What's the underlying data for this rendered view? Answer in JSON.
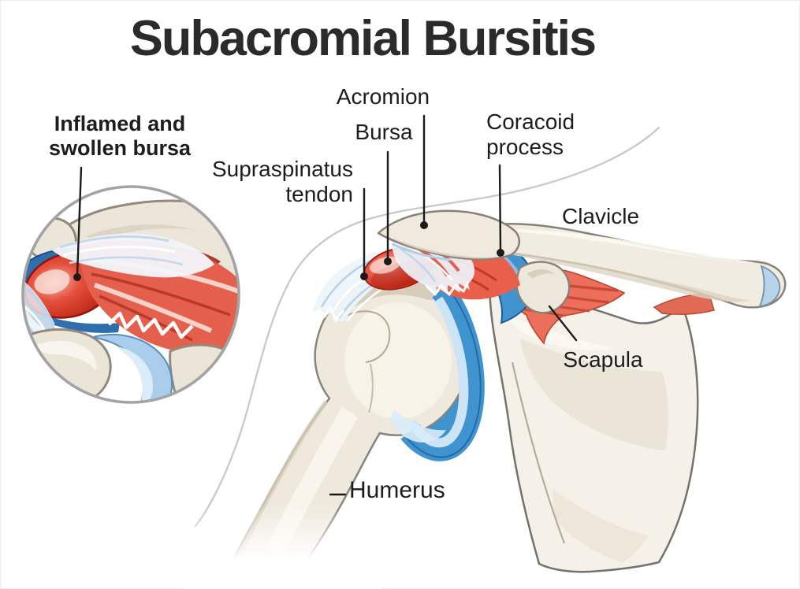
{
  "title": {
    "text": "Subacromial Bursitis"
  },
  "inset": {
    "caption": "Inflamed and swollen bursa"
  },
  "labels": {
    "acromion": "Acromion",
    "bursa": "Bursa",
    "coracoid_process": "Coracoid process",
    "supraspinatus_tendon": "Supraspinatus tendon",
    "clavicle": "Clavicle",
    "scapula": "Scapula",
    "humerus": "Humerus"
  },
  "colors": {
    "background": "#ffffff",
    "title_text": "#2b2b2b",
    "label_text": "#1d1d1d",
    "leader_line": "#1b1b1b",
    "bone_fill": "#efe9dd",
    "bone_outline": "#8a8176",
    "scapula_fill": "#f5f1e9",
    "inflamed_bursa_red": "#d93421",
    "bursa_dark_red": "#8f1710",
    "muscle_red": "#ec6f5c",
    "muscle_stripe": "#c94936",
    "joint_blue": "#3f94d0",
    "joint_blue_dark": "#1d5f9c",
    "cartilage_light_blue": "#b7d4ea",
    "cartilage_pale_blue": "#d9ebf8",
    "silhouette_gray": "#c9c9c9",
    "inset_ring_gray": "#a3a3a3"
  }
}
